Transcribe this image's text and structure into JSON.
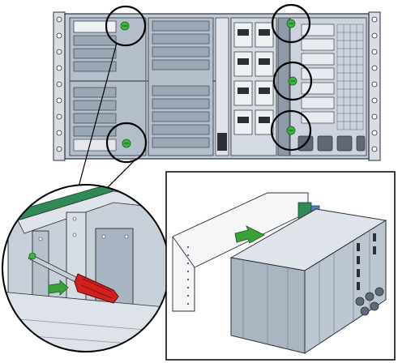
{
  "figure": {
    "kind": "technical-illustration",
    "subject": "server-chassis-rear-view",
    "callouts": {
      "screw_markers": 4,
      "highlight_circles": 5
    },
    "colors": {
      "chassis_fill": "#c2cbd6",
      "chassis_dark": "#8e9aa8",
      "line": "#2b2f36",
      "screw_green": "#3cb53c",
      "screwdriver_red": "#d02020",
      "arrow_green": "#3aa13a",
      "circuit_green": "#2e8b57",
      "connector_blue": "#4f7fb0",
      "background": "#ffffff"
    },
    "icons": [
      "screw-icon",
      "screwdriver-icon",
      "direction-arrow-icon"
    ]
  }
}
